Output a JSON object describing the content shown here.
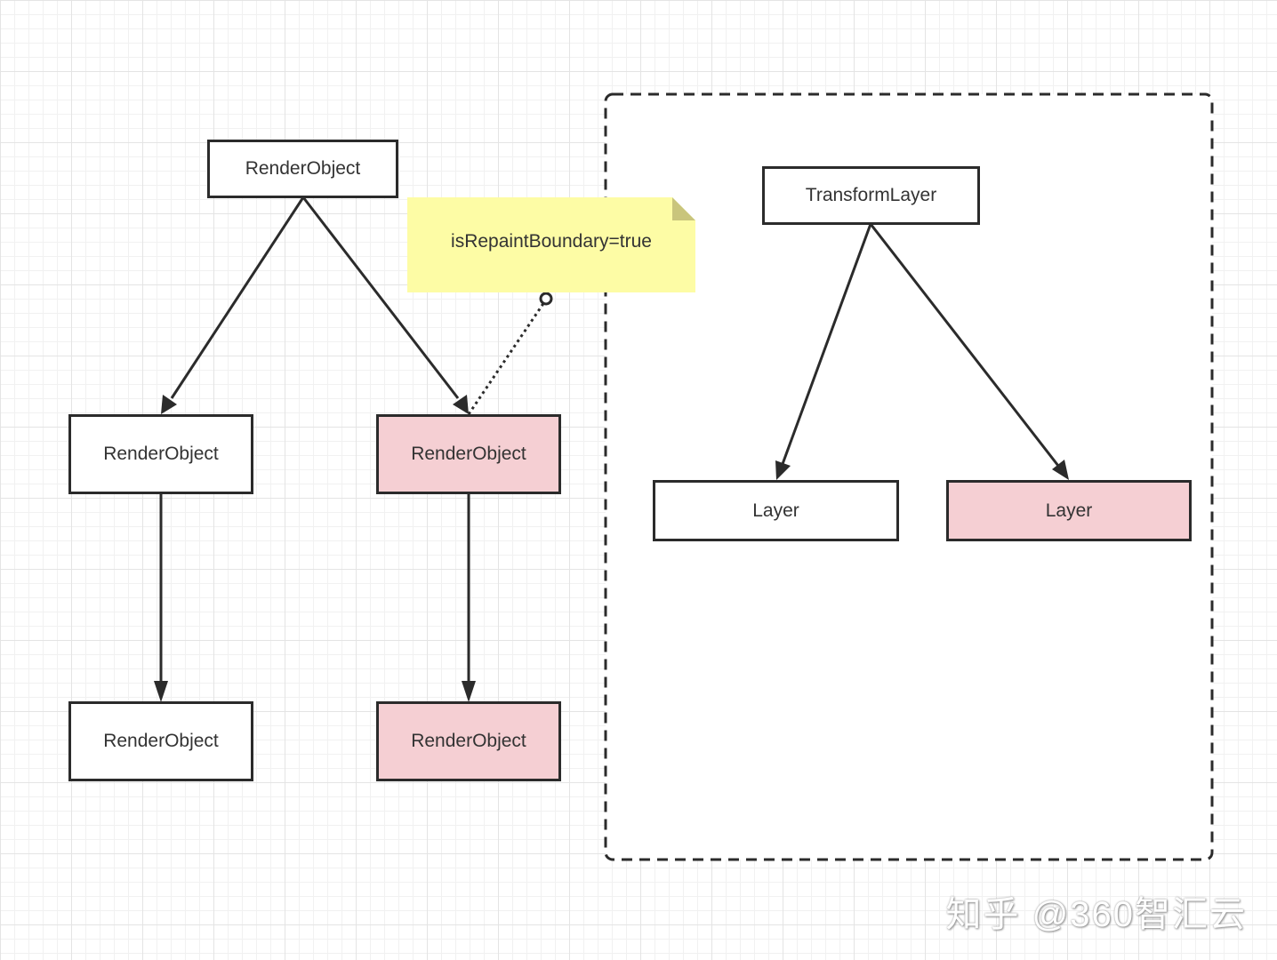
{
  "tree": {
    "root": "RenderObject",
    "left_child": "RenderObject",
    "right_child": "RenderObject",
    "left_grandchild": "RenderObject",
    "right_grandchild": "RenderObject"
  },
  "note": {
    "text": "isRepaintBoundary=true"
  },
  "layer_tree": {
    "root": "TransformLayer",
    "left": "Layer",
    "right": "Layer"
  },
  "colors": {
    "repaint_boundary_fill": "#f5cfd3",
    "note_fill": "#fdfca5",
    "stroke": "#2b2b2b"
  },
  "watermark": "知乎 @360智汇云"
}
